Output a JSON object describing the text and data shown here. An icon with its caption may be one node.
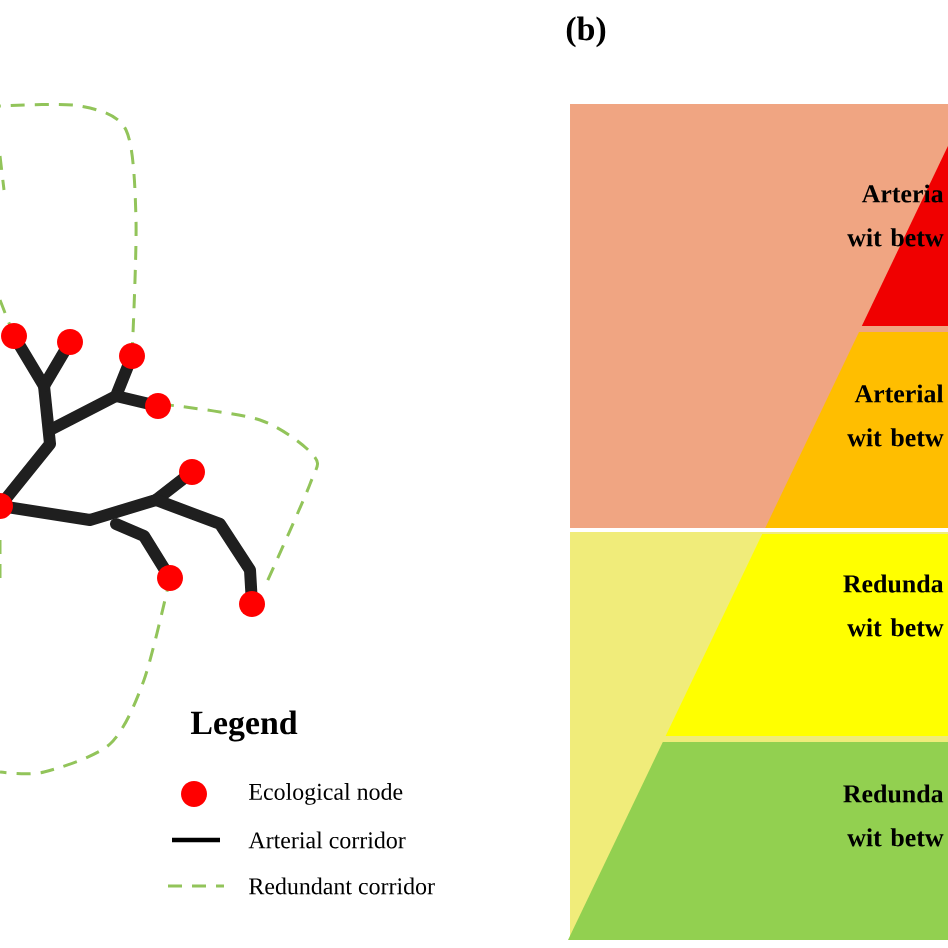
{
  "diagram": {
    "nodes": [
      {
        "text": [
          "Arteria wit betw"
        ]
      },
      {
        "text": [
          "Arterial wit betw"
        ]
      },
      {
        "text": [
          "Redunda wit betw"
        ]
      },
      {
        "text": [
          "Redunda wit betw"
        ]
      }
    ],
    "labels": [
      "(b)",
      "Legend"
    ],
    "legend": [
      {
        "text": "Ecological node"
      },
      {
        "text": "Arterial corridor"
      },
      {
        "text": "Redundant corridor"
      }
    ]
  }
}
